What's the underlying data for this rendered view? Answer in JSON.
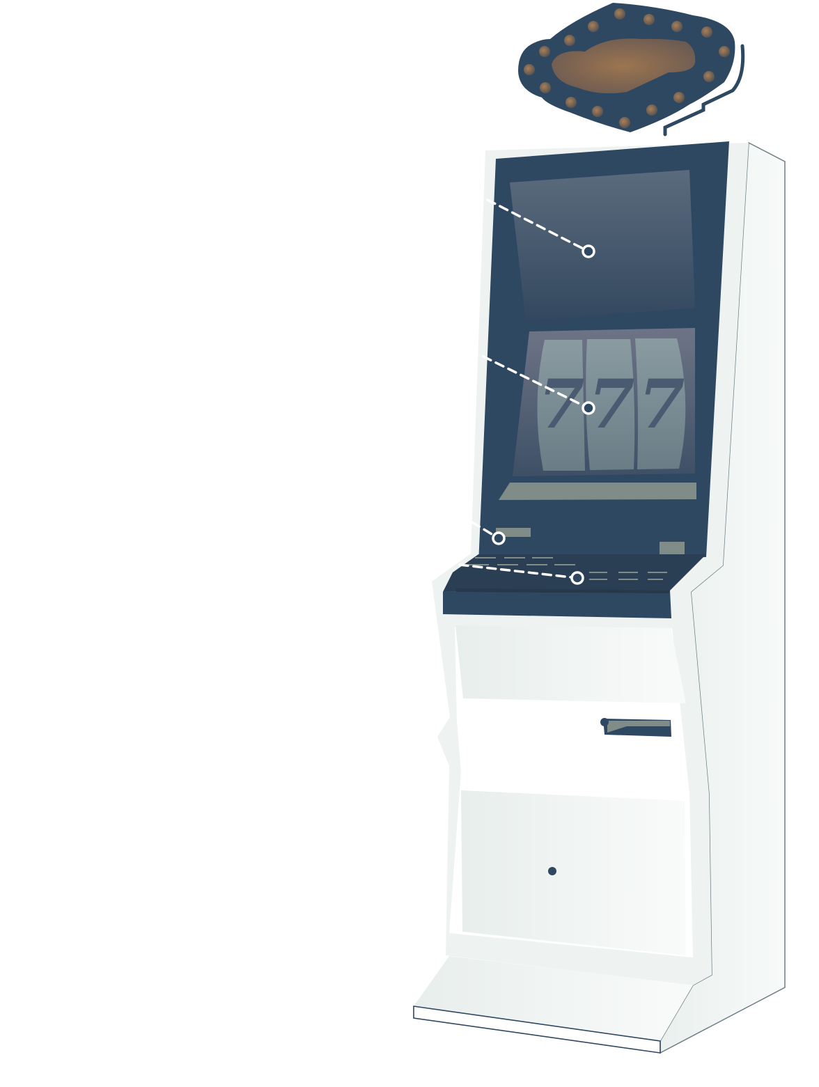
{
  "colors": {
    "navy": "#2f4862",
    "navy_dark": "#2a3e53",
    "cabinet": "#eef3f1",
    "cabinet_shadow": "#dfe7e4",
    "reel": "#7f9198",
    "topper_glow": "#9a7350",
    "callout": "#ffffff"
  },
  "reels": {
    "symbols": [
      "7",
      "7",
      "7"
    ]
  },
  "icons": {
    "topper": "marquee-topper",
    "reels": "slot-reels",
    "hotspot": "hotspot-ring-icon",
    "bill_acceptor": "bill-acceptor-slot",
    "button_panel": "button-deck"
  }
}
